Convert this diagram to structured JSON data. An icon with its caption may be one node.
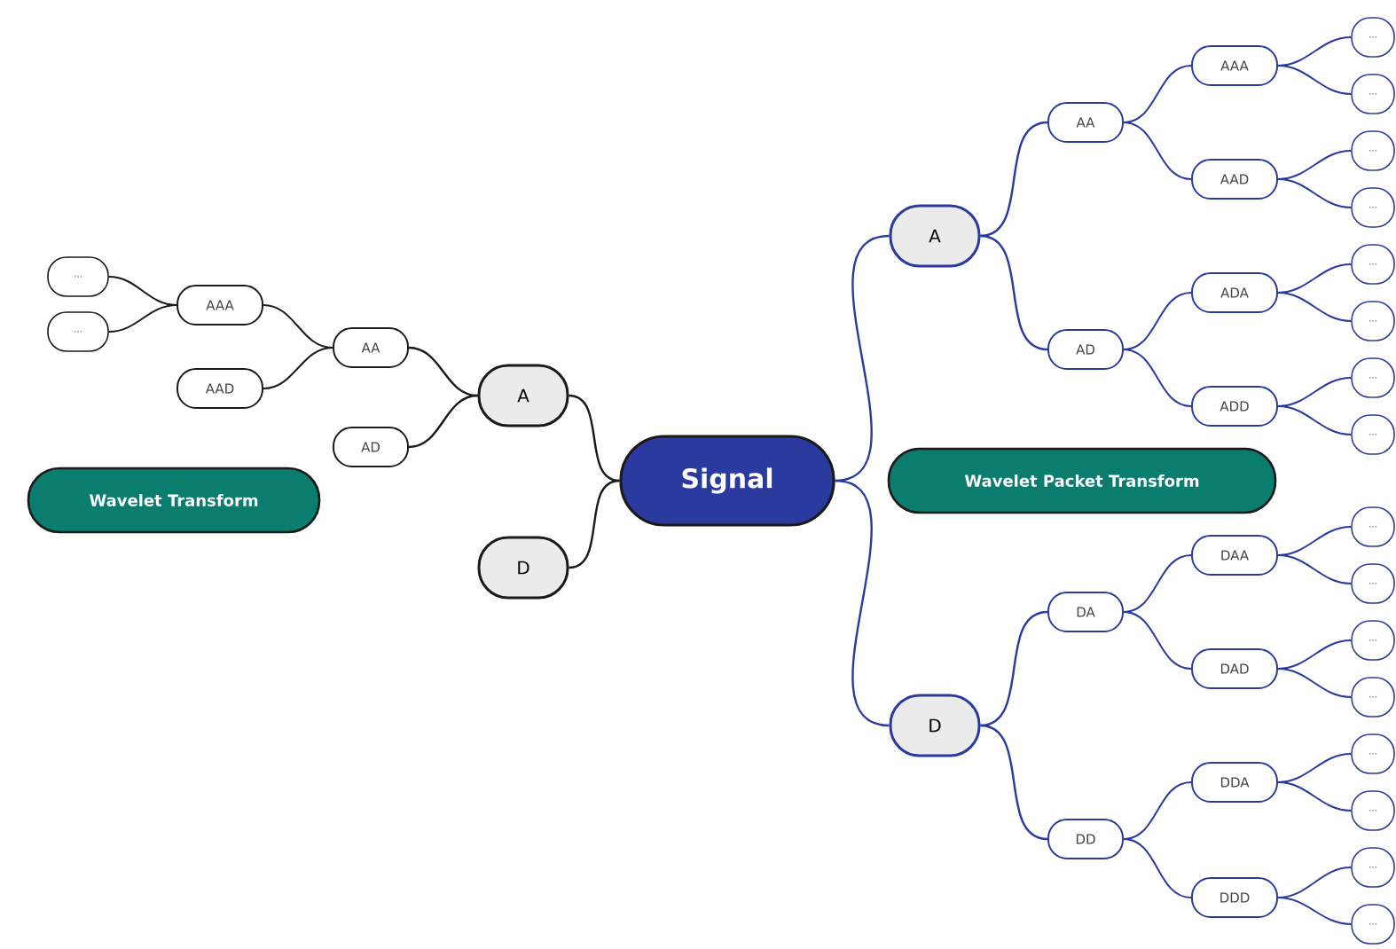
{
  "diagram": {
    "nodes": [
      {
        "text": [
          "Signal"
        ]
      },
      {
        "text": [
          "A"
        ]
      },
      {
        "text": [
          "D"
        ]
      },
      {
        "text": [
          "AA"
        ]
      },
      {
        "text": [
          "AD"
        ]
      },
      {
        "text": [
          "AAA"
        ]
      },
      {
        "text": [
          "AAD"
        ]
      },
      {
        "text": [
          "..."
        ]
      },
      {
        "text": [
          "..."
        ]
      },
      {
        "text": [
          "Wavelet Transform"
        ]
      },
      {
        "text": [
          "A"
        ]
      },
      {
        "text": [
          "D"
        ]
      },
      {
        "text": [
          "AA"
        ]
      },
      {
        "text": [
          "AD"
        ]
      },
      {
        "text": [
          "DA"
        ]
      },
      {
        "text": [
          "DD"
        ]
      },
      {
        "text": [
          "AAA"
        ]
      },
      {
        "text": [
          "AAD"
        ]
      },
      {
        "text": [
          "ADA"
        ]
      },
      {
        "text": [
          "ADD"
        ]
      },
      {
        "text": [
          "DAA"
        ]
      },
      {
        "text": [
          "DAD"
        ]
      },
      {
        "text": [
          "DDA"
        ]
      },
      {
        "text": [
          "DDD"
        ]
      },
      {
        "text": [
          "..."
        ]
      },
      {
        "text": [
          "..."
        ]
      },
      {
        "text": [
          "..."
        ]
      },
      {
        "text": [
          "..."
        ]
      },
      {
        "text": [
          "..."
        ]
      },
      {
        "text": [
          "..."
        ]
      },
      {
        "text": [
          "..."
        ]
      },
      {
        "text": [
          "..."
        ]
      },
      {
        "text": [
          "..."
        ]
      },
      {
        "text": [
          "..."
        ]
      },
      {
        "text": [
          "..."
        ]
      },
      {
        "text": [
          "..."
        ]
      },
      {
        "text": [
          "..."
        ]
      },
      {
        "text": [
          "..."
        ]
      },
      {
        "text": [
          "..."
        ]
      },
      {
        "text": [
          "..."
        ]
      },
      {
        "text": [
          "Wavelet Packet Transform"
        ]
      }
    ],
    "edges": [
      {
        "from": 0,
        "to": 1,
        "arrow": "none",
        "color": "#1a1a1a"
      },
      {
        "from": 0,
        "to": 2,
        "arrow": "none",
        "color": "#1a1a1a"
      },
      {
        "from": 1,
        "to": 3,
        "arrow": "none",
        "color": "#1a1a1a"
      },
      {
        "from": 1,
        "to": 4,
        "arrow": "none",
        "color": "#1a1a1a"
      },
      {
        "from": 3,
        "to": 5,
        "arrow": "none",
        "color": "#1a1a1a"
      },
      {
        "from": 3,
        "to": 6,
        "arrow": "none",
        "color": "#1a1a1a"
      },
      {
        "from": 5,
        "to": 7,
        "arrow": "none",
        "color": "#1a1a1a"
      },
      {
        "from": 5,
        "to": 8,
        "arrow": "none",
        "color": "#1a1a1a"
      },
      {
        "from": 0,
        "to": 10,
        "arrow": "none"
      },
      {
        "from": 0,
        "to": 11,
        "arrow": "none"
      },
      {
        "from": 10,
        "to": 12,
        "arrow": "none"
      },
      {
        "from": 10,
        "to": 13,
        "arrow": "none"
      },
      {
        "from": 11,
        "to": 14,
        "arrow": "none"
      },
      {
        "from": 11,
        "to": 15,
        "arrow": "none"
      },
      {
        "from": 12,
        "to": 16,
        "arrow": "none"
      },
      {
        "from": 12,
        "to": 17,
        "arrow": "none"
      },
      {
        "from": 13,
        "to": 18,
        "arrow": "none"
      },
      {
        "from": 13,
        "to": 19,
        "arrow": "none"
      },
      {
        "from": 14,
        "to": 20,
        "arrow": "none"
      },
      {
        "from": 14,
        "to": 21,
        "arrow": "none"
      },
      {
        "from": 15,
        "to": 22,
        "arrow": "none"
      },
      {
        "from": 15,
        "to": 23,
        "arrow": "none"
      },
      {
        "from": 16,
        "to": 24,
        "arrow": "none"
      },
      {
        "from": 16,
        "to": 25,
        "arrow": "none"
      },
      {
        "from": 17,
        "to": 26,
        "arrow": "none"
      },
      {
        "from": 17,
        "to": 27,
        "arrow": "none"
      },
      {
        "from": 18,
        "to": 28,
        "arrow": "none"
      },
      {
        "from": 18,
        "to": 29,
        "arrow": "none"
      },
      {
        "from": 19,
        "to": 30,
        "arrow": "none"
      },
      {
        "from": 19,
        "to": 31,
        "arrow": "none"
      },
      {
        "from": 20,
        "to": 32,
        "arrow": "none"
      },
      {
        "from": 20,
        "to": 33,
        "arrow": "none"
      },
      {
        "from": 21,
        "to": 34,
        "arrow": "none"
      },
      {
        "from": 21,
        "to": 35,
        "arrow": "none"
      },
      {
        "from": 22,
        "to": 36,
        "arrow": "none"
      },
      {
        "from": 22,
        "to": 37,
        "arrow": "none"
      },
      {
        "from": 23,
        "to": 38,
        "arrow": "none"
      },
      {
        "from": 23,
        "to": 39,
        "arrow": "none"
      }
    ]
  }
}
